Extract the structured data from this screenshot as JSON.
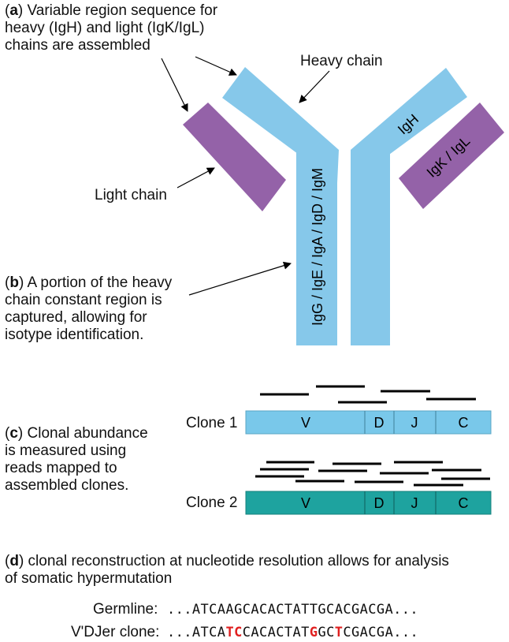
{
  "panel_a": {
    "letter": "a",
    "line1": ") Variable region sequence for",
    "line2": "heavy (IgH) and light (IgK/IgL)",
    "line3": "chains are assembled"
  },
  "labels": {
    "heavy_chain": "Heavy chain",
    "light_chain": "Light chain",
    "igh": "IgH",
    "igk_igl": "IgK / IgL",
    "isotypes": "IgG / IgE / IgA / IgD / IgM"
  },
  "panel_b": {
    "letter": "b",
    "line1": ") A portion of the heavy",
    "line2": "chain constant region is",
    "line3": "captured, allowing for",
    "line4": "isotype identification."
  },
  "panel_c": {
    "letter": "c",
    "line1": ") Clonal abundance",
    "line2": "is measured using",
    "line3": "reads mapped to",
    "line4": "assembled clones."
  },
  "clones": [
    {
      "name": "Clone 1",
      "segments": [
        "V",
        "D",
        "J",
        "C"
      ],
      "color": "#79c8ea"
    },
    {
      "name": "Clone 2",
      "segments": [
        "V",
        "D",
        "J",
        "C"
      ],
      "color": "#1ea39f"
    }
  ],
  "panel_d": {
    "letter": "d",
    "line1": ") clonal reconstruction at nucleotide resolution allows for analysis",
    "line2": "of somatic hypermutation"
  },
  "sequences": {
    "germline_label": "Germline:",
    "germline": "...ATCAAGCACACTATTGCACGACGA...",
    "clone_label": "V'DJer clone:",
    "clone_parts": [
      "...ATCA",
      "TC",
      "CACACTAT",
      "G",
      "GC",
      "T",
      "CGACGA..."
    ]
  },
  "colors": {
    "heavy": "#86c8ea",
    "light": "#9462a8",
    "mutation": "#e02020"
  }
}
